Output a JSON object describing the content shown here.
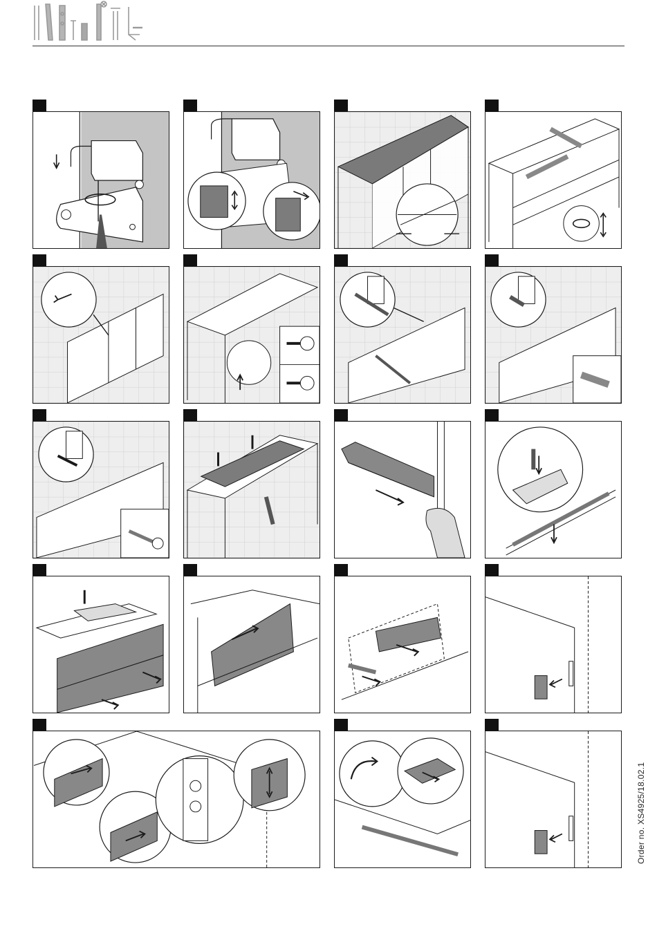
{
  "document": {
    "order_number": "Order no. XS4925/18.02.1"
  },
  "steps": [
    {
      "id": "s1",
      "scene": "mixer-install",
      "wall": true,
      "tiles": false
    },
    {
      "id": "s2",
      "scene": "mixer-adjust",
      "wall": true,
      "tiles": false
    },
    {
      "id": "s3",
      "scene": "cabinet-top",
      "wall": false,
      "tiles": true
    },
    {
      "id": "s4",
      "scene": "cabinet-level",
      "wall": false,
      "tiles": false
    },
    {
      "id": "s5",
      "scene": "cabinet-wall-bolt",
      "wall": false,
      "tiles": true
    },
    {
      "id": "s6",
      "scene": "cabinet-screws",
      "wall": false,
      "tiles": true
    },
    {
      "id": "s7",
      "scene": "cabinet-bracket",
      "wall": false,
      "tiles": true
    },
    {
      "id": "s8",
      "scene": "cabinet-dowel",
      "wall": false,
      "tiles": true
    },
    {
      "id": "s9",
      "scene": "cabinet-wall-screw",
      "wall": false,
      "tiles": true
    },
    {
      "id": "s10",
      "scene": "basin",
      "wall": false,
      "tiles": true
    },
    {
      "id": "s11",
      "scene": "runner-release",
      "wall": false,
      "tiles": false
    },
    {
      "id": "s12",
      "scene": "runner-clip",
      "wall": false,
      "tiles": false
    },
    {
      "id": "s13",
      "scene": "drawers-insert",
      "wall": false,
      "tiles": false
    },
    {
      "id": "s14",
      "scene": "drawer-slide",
      "wall": false,
      "tiles": false
    },
    {
      "id": "s15",
      "scene": "drawer-remove",
      "wall": false,
      "tiles": false
    },
    {
      "id": "s16",
      "scene": "front-panel",
      "wall": false,
      "tiles": false
    },
    {
      "id": "s17",
      "scene": "front-adjust",
      "wall": false,
      "tiles": false
    },
    {
      "id": "s18",
      "scene": "drawer-tilt",
      "wall": false,
      "tiles": false
    },
    {
      "id": "s19",
      "scene": "front-panel",
      "wall": false,
      "tiles": false
    }
  ],
  "colors": {
    "wall": "#c4c4c4",
    "grey_fill": "#8c8c8c",
    "line": "#1a1a1a",
    "marker": "#111111"
  }
}
